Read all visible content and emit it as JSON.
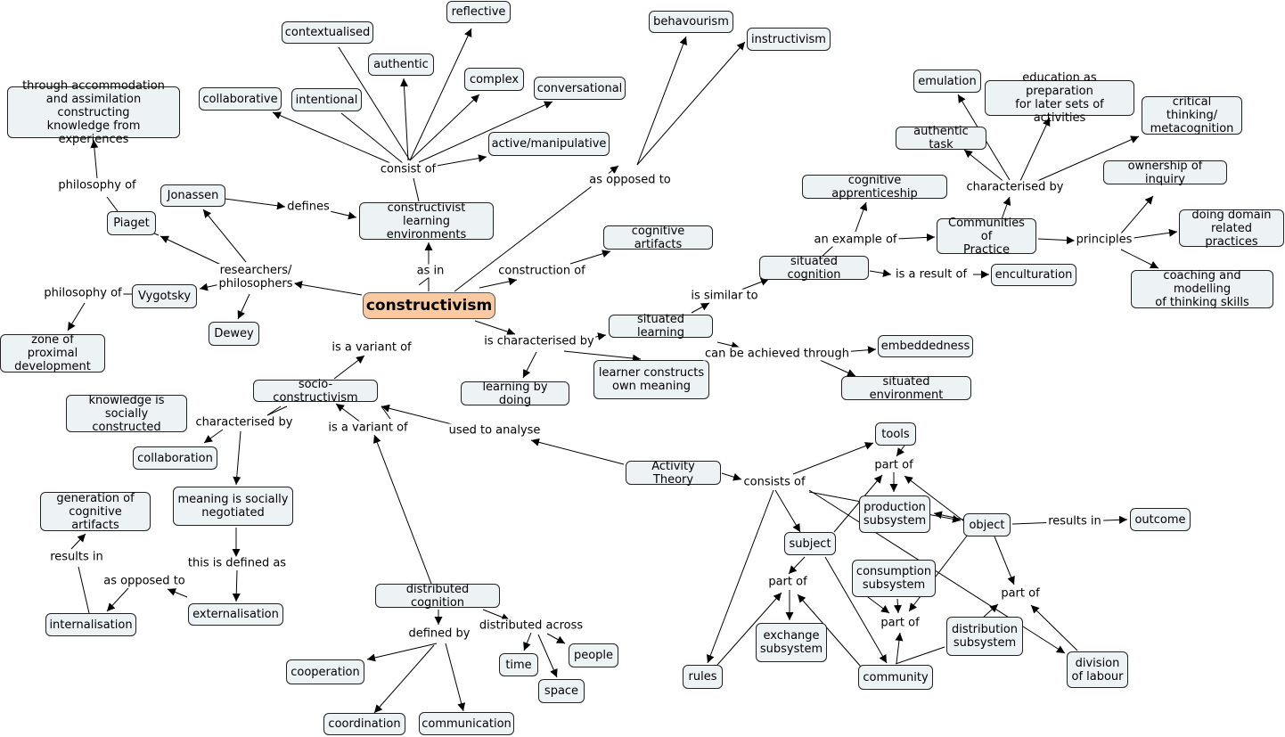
{
  "concepts": {
    "constructivism": "constructivism",
    "through_accommodation": "through accommodation\nand assimilation constructing\nknowledge from experiences",
    "contextualised": "contextualised",
    "reflective": "reflective",
    "authentic": "authentic",
    "complex": "complex",
    "collaborative": "collaborative",
    "intentional": "intentional",
    "conversational": "conversational",
    "active_manipulative": "active/manipulative",
    "behavourism": "behavourism",
    "instructivism": "instructivism",
    "jonassen": "Jonassen",
    "piaget": "Piaget",
    "cle": "constructivist\nlearning environments",
    "vygotsky": "Vygotsky",
    "dewey": "Dewey",
    "zpd": "zone of proximal\ndevelopment",
    "cognitive_artifacts": "cognitive artifacts",
    "emulation": "emulation",
    "education_prep": "education as preparation\nfor later sets of activities",
    "critical_thinking": "critical thinking/\nmetacognition",
    "authentic_task": "authentic task",
    "cognitive_apprenticeship": "cognitive apprenticeship",
    "ownership_inquiry": "ownership of inquiry",
    "cop": "Communities of\nPractice",
    "domain_practices": "doing domain\nrelated practices",
    "situated_cognition": "situated cognition",
    "enculturation": "enculturation",
    "coaching": "coaching and modelling\nof thinking skills",
    "situated_learning": "situated learning",
    "embeddedness": "embeddedness",
    "learner_constructs": "learner constructs\nown meaning",
    "situated_environment": "situated environment",
    "learning_by_doing": "learning by doing",
    "socio_constructivism": "socio-constructivism",
    "knowledge_social": "knowledge is\nsocially constructed",
    "collaboration": "collaboration",
    "generation_artifacts": "generation of\ncognitive artifacts",
    "meaning_negotiated": "meaning is socially\nnegotiated",
    "internalisation": "internalisation",
    "externalisation": "externalisation",
    "distributed_cognition": "distributed cognition",
    "cooperation": "cooperation",
    "coordination": "coordination",
    "communication": "communication",
    "time": "time",
    "people": "people",
    "space": "space",
    "activity_theory": "Activity Theory",
    "tools": "tools",
    "production_subsystem": "production\nsubsystem",
    "object": "object",
    "outcome": "outcome",
    "subject": "subject",
    "consumption_subsystem": "consumption\nsubsystem",
    "exchange_subsystem": "exchange\nsubsystem",
    "distribution_subsystem": "distribution\nsubsystem",
    "rules": "rules",
    "community": "community",
    "division_labour": "division\nof labour"
  },
  "links": {
    "philosophy_of_piaget": "philosophy of",
    "consist_of": "consist of",
    "as_opposed_to_top": "as opposed to",
    "defines": "defines",
    "researchers": "researchers/\nphilosophers",
    "philosophy_of_vygotsky": "philosophy of",
    "as_in": "as in",
    "construction_of": "construction of",
    "characterised_by_cop": "characterised by",
    "an_example_of": "an example of",
    "principles": "principles",
    "is_a_result_of": "is a result of",
    "is_similar_to": "is similar to",
    "is_characterised_by": "is characterised by",
    "can_be_achieved": "can be achieved through",
    "is_a_variant_of_1": "is a variant of",
    "characterised_by_socio": "characterised by",
    "is_a_variant_of_2": "is a variant of",
    "used_to_analyse": "used to analyse",
    "results_in_gen": "results in",
    "this_is_defined_as": "this is defined as",
    "as_opposed_to_bottom": "as opposed to",
    "defined_by": "defined by",
    "distributed_across": "distributed across",
    "consists_of": "consists of",
    "part_of_tools": "part of",
    "results_in_outcome": "results in",
    "part_of_subject": "part of",
    "part_of_object": "part of",
    "part_of_community": "part of"
  },
  "colors": {
    "node_fill": "#edf2f5",
    "main_fill": "#f9c9a2",
    "line": "#000000"
  }
}
